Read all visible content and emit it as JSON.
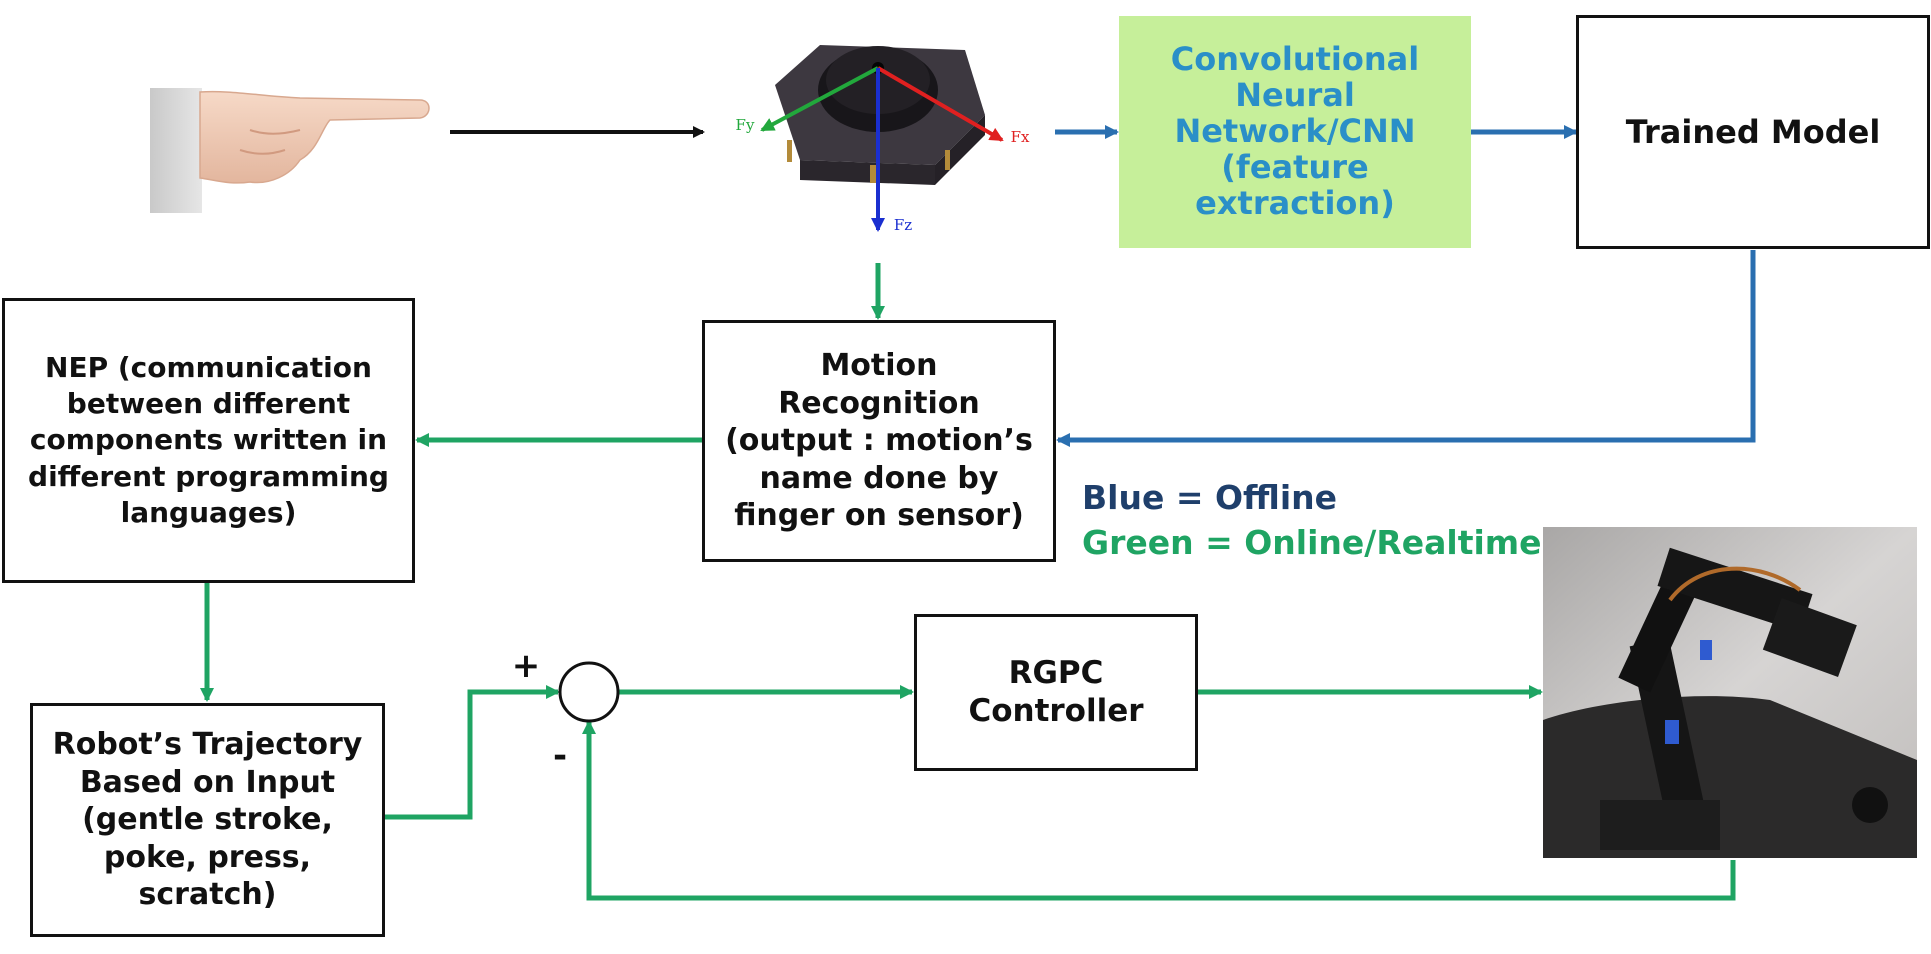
{
  "nodes": {
    "cnn": "Convolutional\nNeural\nNetwork/CNN\n(feature\nextraction)",
    "trained_model": "Trained Model",
    "motion_recognition": "Motion\nRecognition\n(output : motion’s\nname done by\nfinger on sensor)",
    "nep": "NEP (communication\nbetween different\ncomponents written in\ndifferent programming\nlanguages)",
    "trajectory": "Robot’s Trajectory\nBased on Input\n(gentle stroke,\npoke, press,\nscratch)",
    "rgpc": "RGPC\nController"
  },
  "sensor_axes": {
    "fx": "Fx",
    "fy": "Fy",
    "fz": "Fz"
  },
  "summing_junction": {
    "plus": "+",
    "minus": "-"
  },
  "legend": {
    "blue": "Blue = Offline",
    "green": "Green = Online/Realtime"
  },
  "colors": {
    "offline": "#2a6fb0",
    "online": "#1fa463",
    "cnn_fill": "#c6ef9a",
    "cnn_text": "#2a8fc8",
    "legend_blue": "#1f3f6b"
  }
}
